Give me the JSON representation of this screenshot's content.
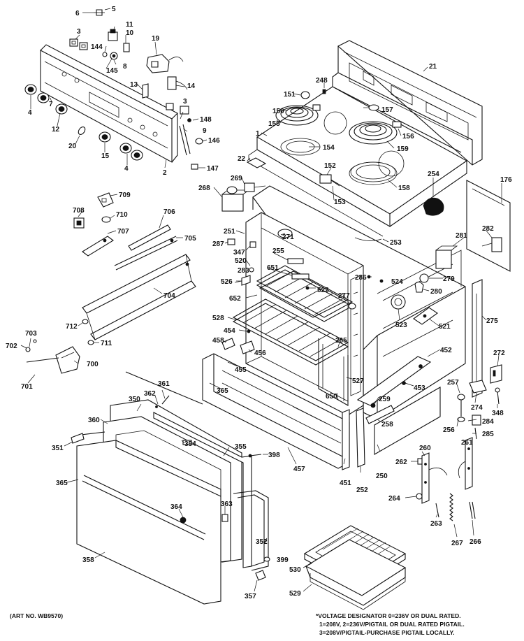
{
  "header": {
    "fragment_text": ""
  },
  "footer": {
    "art_no": "(ART NO. WB9570)",
    "voltage_note": [
      "*VOLTAGE DESIGNATOR 0=236V OR DUAL RATED.",
      "1=208V, 2=236V/PIGTAIL OR DUAL RATED PIGTAIL.",
      "3=208V/PIGTAIL-PURCHASE PIGTAIL LOCALLY."
    ]
  },
  "part_labels": {
    "p5": "5",
    "p6": "6",
    "p3a": "3",
    "p3b": "3",
    "p11": "11",
    "p10": "10",
    "p19": "19",
    "p144": "144",
    "p145": "145",
    "p8": "8",
    "p13": "13",
    "p14": "14",
    "p4a": "4",
    "p7": "7",
    "p12": "12",
    "p20": "20",
    "p15": "15",
    "p4b": "4",
    "p2": "2",
    "p148": "148",
    "p9": "9",
    "p146": "146",
    "p147": "147",
    "p21": "21",
    "p248": "248",
    "p151": "151",
    "p157": "157",
    "p150": "150",
    "p155": "155",
    "p156": "156",
    "p1": "1",
    "p154": "154",
    "p159": "159",
    "p22": "22",
    "p152": "152",
    "p153": "153",
    "p158": "158",
    "p269": "269",
    "p268": "268",
    "p254": "254",
    "p176": "176",
    "p709": "709",
    "p708": "708",
    "p710": "710",
    "p706": "706",
    "p707": "707",
    "p705": "705",
    "p251": "251",
    "p271": "271",
    "p287": "287",
    "p347": "347",
    "p281": "281",
    "p282": "282",
    "p255": "255",
    "p253": "253",
    "p520": "520",
    "p283": "283",
    "p651": "651",
    "p286": "286",
    "p526": "526",
    "p522": "522",
    "p524": "524",
    "p279": "279",
    "p280": "280",
    "p704": "704",
    "p652": "652",
    "p277": "277",
    "p523": "523",
    "p528": "528",
    "p521": "521",
    "p275": "275",
    "p712": "712",
    "p703": "703",
    "p454": "454",
    "p458": "458",
    "p265": "265",
    "p452": "452",
    "p702": "702",
    "p711": "711",
    "p456": "456",
    "p272": "272",
    "p700": "700",
    "p455": "455",
    "p527": "527",
    "p701": "701",
    "p453": "453",
    "p365a": "365",
    "p650": "650",
    "p257": "257",
    "p274": "274",
    "p361": "361",
    "p259": "259",
    "p348": "348",
    "p362": "362",
    "p350": "350",
    "p258": "258",
    "p256": "256",
    "p284": "284",
    "p360": "360",
    "p285": "285",
    "p351": "351",
    "p354": "354",
    "p355": "355",
    "p260": "260",
    "p261": "261",
    "p398": "398",
    "p262": "262",
    "p365b": "365",
    "p457": "457",
    "p451": "451",
    "p252": "252",
    "p250": "250",
    "p364": "364",
    "p363": "363",
    "p264": "264",
    "p263": "263",
    "p267": "267",
    "p266": "266",
    "p352": "352",
    "p358": "358",
    "p399": "399",
    "p530": "530",
    "p357": "357",
    "p529": "529"
  }
}
